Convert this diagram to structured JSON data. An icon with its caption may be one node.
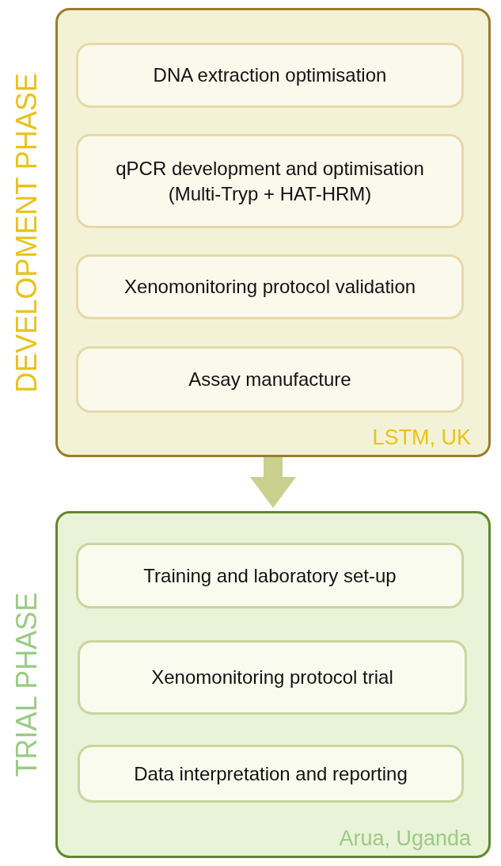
{
  "diagram": {
    "nodes": [
      {
        "text": [
          "DEVELOPMENT PHASE",
          "LSTM, UK"
        ]
      },
      {
        "text": [
          "DNA extraction optimisation"
        ],
        "in": 0
      },
      {
        "text": [
          "qPCR development and optimisation (Multi-Tryp + HAT-HRM)"
        ],
        "in": 0
      },
      {
        "text": [
          "Xenomonitoring protocol validation"
        ],
        "in": 0
      },
      {
        "text": [
          "Assay manufacture"
        ],
        "in": 0
      },
      {
        "text": [
          "TRIAL PHASE",
          "Arua, Uganda"
        ]
      },
      {
        "text": [
          "Training and laboratory set-up"
        ],
        "in": 5
      },
      {
        "text": [
          "Xenomonitoring protocol trial"
        ],
        "in": 5
      },
      {
        "text": [
          "Data interpretation and reporting"
        ],
        "in": 5
      }
    ],
    "edges": [
      {
        "from": 0,
        "to": 5,
        "arrow": "to",
        "style": "thick"
      }
    ]
  }
}
